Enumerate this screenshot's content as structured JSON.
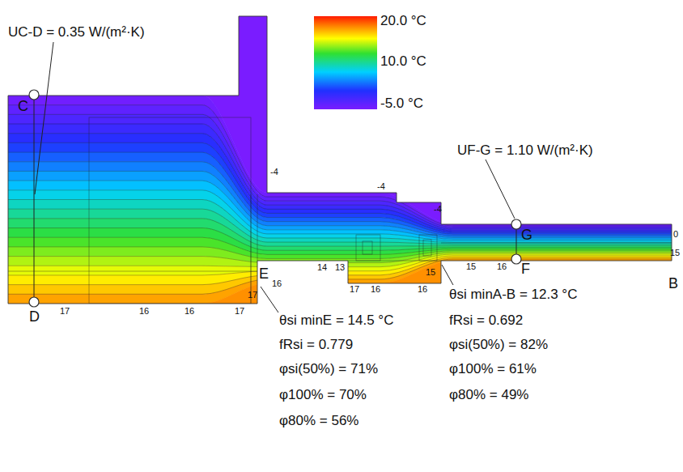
{
  "diagram": {
    "labels": [
      "20.0 °C",
      "10.0 °C",
      "-5.0 °C",
      "UC-D = 0.35 W/(m²·K)",
      "C",
      "D",
      "E",
      "G",
      "F",
      "B",
      "UF-G = 1.10 W/(m²·K)",
      "-4",
      "-4",
      "-4",
      "0",
      "15",
      "14",
      "13",
      "17",
      "16",
      "16",
      "15",
      "15",
      "16",
      "16",
      "17",
      "17",
      "16",
      "16",
      "17",
      "θsi minE = 14.5 °C",
      "fRsi = 0.779",
      "φsi(50%) = 71%",
      "φ100% = 70%",
      "φ80% = 56%",
      "θsi minA-B = 12.3 °C",
      "fRsi = 0.692",
      "φsi(50%) = 82%",
      "φ100% = 61%",
      "φ80% = 49%"
    ]
  }
}
